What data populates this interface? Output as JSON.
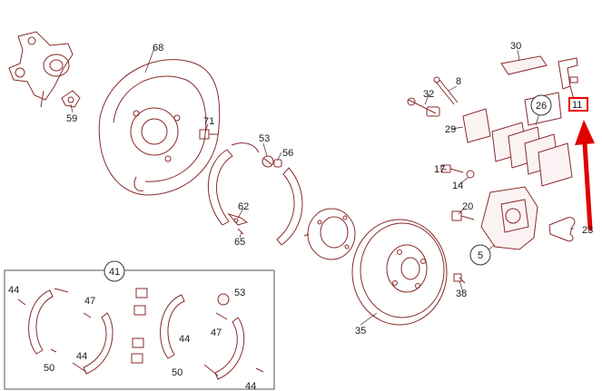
{
  "callouts": {
    "c68": "68",
    "c59": "59",
    "c71": "71",
    "c53a": "53",
    "c56": "56",
    "c62": "62",
    "c65": "65",
    "c41": "41",
    "c44a": "44",
    "c47a": "47",
    "c50a": "50",
    "c44b": "44",
    "c53b": "53",
    "c44c": "44",
    "c47b": "47",
    "c50b": "50",
    "c44d": "44",
    "c35": "35",
    "c30": "30",
    "c11": "11",
    "c8": "8",
    "c32": "32",
    "c29": "29",
    "c26": "26",
    "c17": "17",
    "c14": "14",
    "c20": "20",
    "c5": "5",
    "c23": "23",
    "c38": "38"
  },
  "colors": {
    "highlight": "#e00000",
    "line": "#8a2a2a"
  }
}
